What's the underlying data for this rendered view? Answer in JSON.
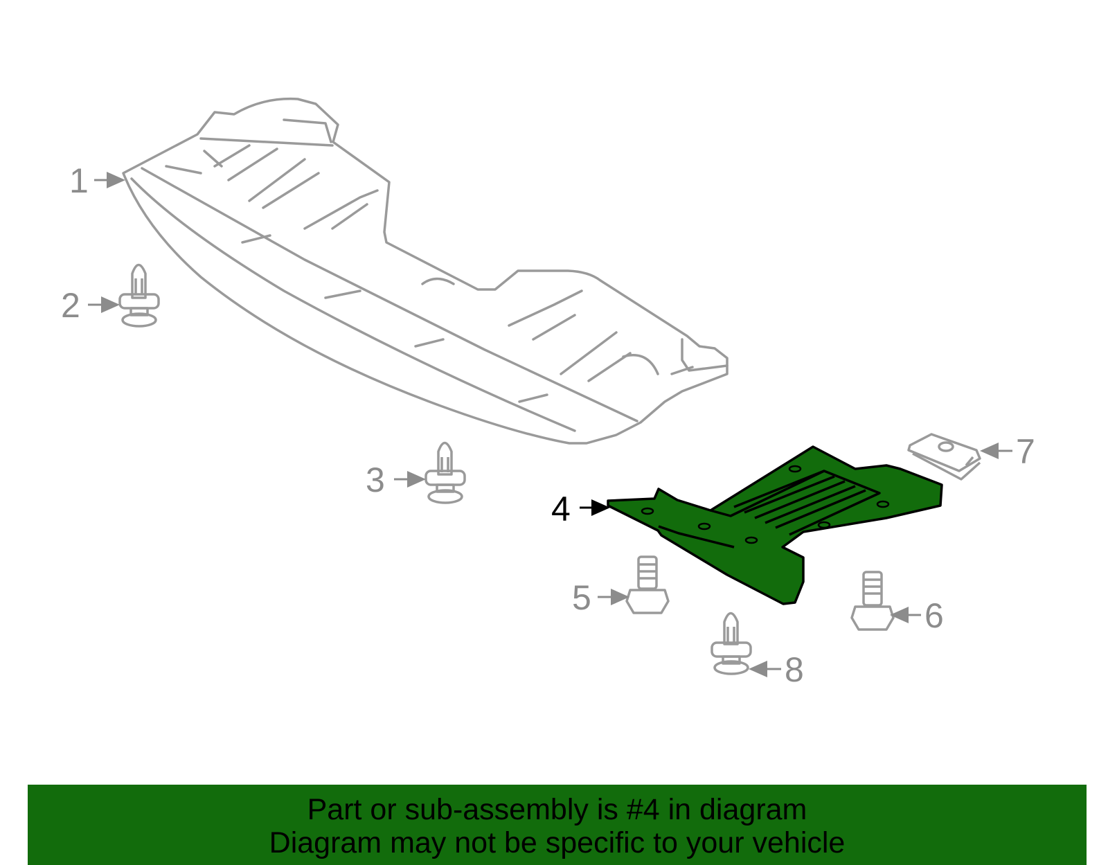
{
  "diagram": {
    "callouts": [
      {
        "number": "1",
        "highlighted": false
      },
      {
        "number": "2",
        "highlighted": false
      },
      {
        "number": "3",
        "highlighted": false
      },
      {
        "number": "4",
        "highlighted": true
      },
      {
        "number": "5",
        "highlighted": false
      },
      {
        "number": "6",
        "highlighted": false
      },
      {
        "number": "7",
        "highlighted": false
      },
      {
        "number": "8",
        "highlighted": false
      }
    ],
    "colors": {
      "part_outline": "#9a9a9a",
      "highlight_fill": "#126c0c",
      "highlight_outline": "#000000",
      "callout_text": "#8c8c8c",
      "callout_highlight_text": "#000000"
    }
  },
  "banner": {
    "line1": "Part or sub-assembly is #4 in diagram",
    "line2": "Diagram may not be specific to your vehicle",
    "background": "#126c0c"
  }
}
